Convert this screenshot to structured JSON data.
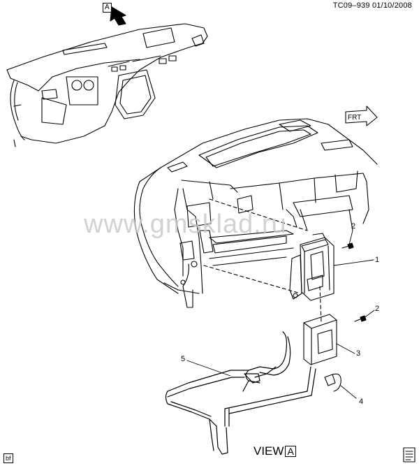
{
  "doc_id": "TC09–939  01/10/2008",
  "watermark": "www.gmsklad.ru",
  "view_letter": "A",
  "view_label": "VIEW",
  "front_label": "FRT",
  "corner_tag": "bf",
  "callouts": [
    "1",
    "2",
    "2",
    "3",
    "4",
    "5"
  ]
}
